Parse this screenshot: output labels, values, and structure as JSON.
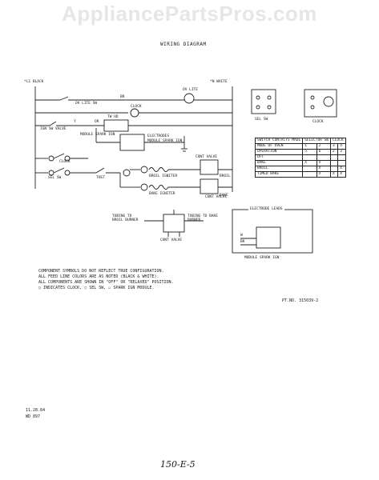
{
  "watermark": "AppliancePartsPros.com",
  "title": "WIRING DIAGRAM",
  "labels": {
    "l1": "*L1 BLACK",
    "n": "*N WHITE",
    "ov_lite_sw": "OV LITE SW",
    "ov_lite": "OV LITE",
    "br": "BR",
    "clock_left": "CLOCK",
    "ign_sw_valve": "IGN SW VALVE",
    "y": "Y",
    "or_label": "OR",
    "tw_hd": "TW HD",
    "module_spark_ign_left": "MODULE SPARK IGN",
    "electrodes": "ELECTRODES",
    "module_spark_ign_mid": "MODULE SPARK IGN",
    "clock_mid": "CLOCK",
    "sel_sw_left": "SEL SW",
    "thst": "THST",
    "broil_igniter": "BROIL IGNITER",
    "bake_igniter": "BAKE IGNITER",
    "cont_valve_broil": "CONT VALVE",
    "cont_valve_bake": "CONT VALVE",
    "cont_valve_small": "CONT VALVE",
    "broil": "BROIL",
    "bake": "BAKE",
    "tubing_to_broil_burner": "TUBING TO BROIL BURNER",
    "tubing_to_bake_burner": "TUBING TO BAKE BURNER",
    "electrode_leads": "ELECTRODE LEADS",
    "module_spark_ign": "MODULE SPARK IGN",
    "sel_sw": "SEL SW",
    "clock": "CLOCK",
    "wire_w": "W",
    "wire_bk": "BK"
  },
  "switch_table": {
    "header": [
      "SWITCH CONTACTS MADE",
      "SELECTOR SW",
      "CLOCK"
    ],
    "rows": [
      [
        "MODE OF OVEN",
        "1",
        "2",
        "3",
        "4"
      ],
      [
        "OPERATION",
        "5",
        "6",
        "2",
        "3"
      ],
      [
        "OFF",
        "",
        "",
        "",
        ""
      ],
      [
        "BAKE",
        "X",
        "X",
        "",
        ""
      ],
      [
        "BROIL",
        "",
        "X",
        "",
        "X"
      ],
      [
        "TIMED BAKE",
        "",
        "X",
        "X",
        "X"
      ]
    ]
  },
  "notes": [
    "COMPONENT SYMBOLS DO NOT REFLECT TRUE CONFIGURATION.",
    "ALL FEED LINE COLORS ARE AS NOTED (BLACK & WHITE).",
    "ALL COMPONENTS ARE SHOWN IN \"OFF\" OR \"RELAXED\" POSITION.",
    "◯ INDICATES CLOCK, ◯ SEL SW, ☐ SPARK IGN MODULE."
  ],
  "part_no": "PT.NO. 315039-2",
  "date": "11.28.84",
  "wd": "WD 897",
  "handwritten": "150-E-5"
}
